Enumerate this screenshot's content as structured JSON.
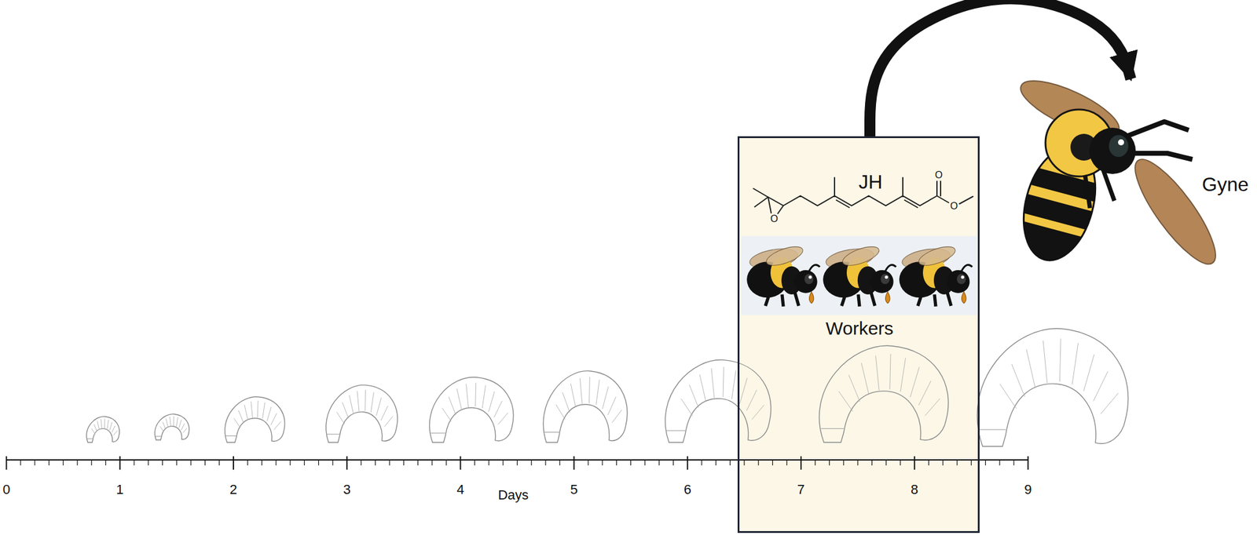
{
  "diagram": {
    "nodes": [
      {
        "text": [
          "JH",
          "Workers"
        ]
      },
      {
        "text": [
          "Gyne"
        ]
      }
    ],
    "edges": [
      {
        "from": 0,
        "to": 1,
        "arrow": "to"
      }
    ],
    "labels": [
      "O",
      "O",
      "O",
      "0",
      "1",
      "2",
      "3",
      "4",
      "5",
      "6",
      "7",
      "8",
      "9",
      "Days"
    ]
  }
}
